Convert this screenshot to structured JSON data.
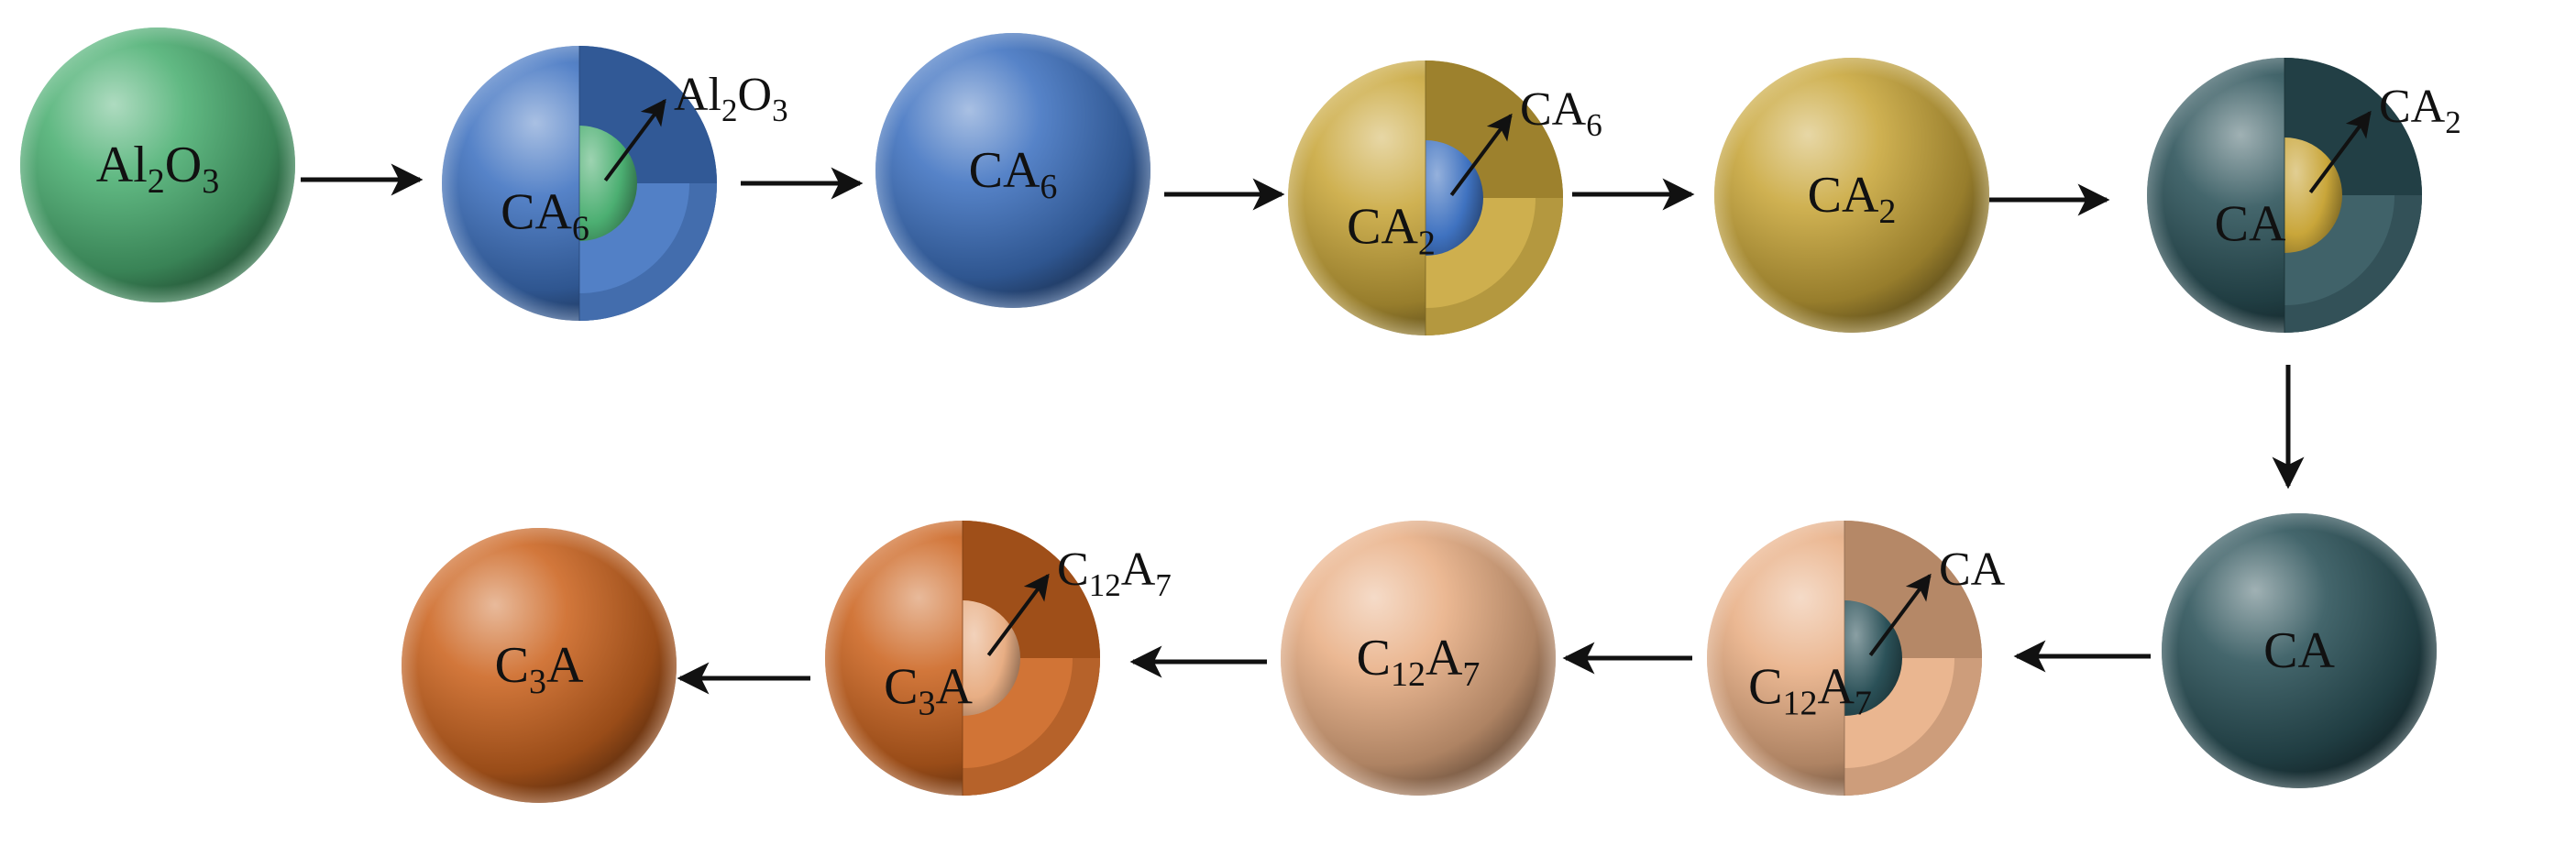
{
  "colors": {
    "alumina": "#4caf72",
    "ca6": "#3f72c0",
    "ca2": "#c9a63a",
    "ca": "#2b5158",
    "c12a7": "#e8ae84",
    "c3a": "#cc6520",
    "arrow": "#111111"
  },
  "stages": [
    {
      "id": "al2o3",
      "phase": "alumina",
      "label": {
        "base": "Al",
        "sub1": "2",
        "mid": "O",
        "sub2": "3"
      }
    },
    {
      "id": "ca6-shell",
      "phase": "ca6",
      "core": "alumina",
      "label": {
        "base": "CA",
        "sub1": "6"
      },
      "callout": {
        "base": "Al",
        "sub1": "2",
        "mid": "O",
        "sub2": "3"
      }
    },
    {
      "id": "ca6",
      "phase": "ca6",
      "label": {
        "base": "CA",
        "sub1": "6"
      }
    },
    {
      "id": "ca2-shell",
      "phase": "ca2",
      "core": "ca6",
      "label": {
        "base": "CA",
        "sub1": "2"
      },
      "callout": {
        "base": "CA",
        "sub1": "6"
      }
    },
    {
      "id": "ca2",
      "phase": "ca2",
      "label": {
        "base": "CA",
        "sub1": "2"
      }
    },
    {
      "id": "ca-shell",
      "phase": "ca",
      "core": "ca2",
      "label": {
        "base": "CA"
      },
      "callout": {
        "base": "CA",
        "sub1": "2"
      }
    },
    {
      "id": "ca",
      "phase": "ca",
      "label": {
        "base": "CA"
      }
    },
    {
      "id": "c12a7-shell",
      "phase": "c12a7",
      "core": "ca",
      "label": {
        "base": "C",
        "sub1": "12",
        "mid": "A",
        "sub2": "7"
      },
      "callout": {
        "base": "CA"
      }
    },
    {
      "id": "c12a7",
      "phase": "c12a7",
      "label": {
        "base": "C",
        "sub1": "12",
        "mid": "A",
        "sub2": "7"
      }
    },
    {
      "id": "c3a-shell",
      "phase": "c3a",
      "core": "c12a7",
      "label": {
        "base": "C",
        "sub1": "3",
        "mid": "A"
      },
      "callout": {
        "base": "C",
        "sub1": "12",
        "mid": "A",
        "sub2": "7"
      }
    },
    {
      "id": "c3a",
      "phase": "c3a",
      "label": {
        "base": "C",
        "sub1": "3",
        "mid": "A"
      }
    }
  ],
  "flow": [
    "al2o3",
    "ca6-shell",
    "ca6",
    "ca2-shell",
    "ca2",
    "ca-shell",
    "ca",
    "c12a7-shell",
    "c12a7",
    "c3a-shell",
    "c3a"
  ]
}
